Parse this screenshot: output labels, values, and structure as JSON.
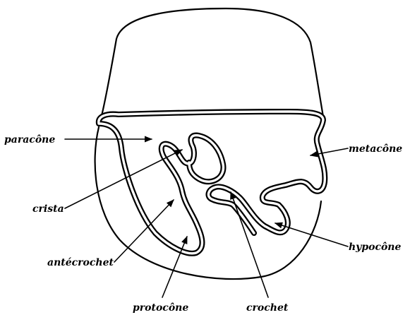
{
  "labels": {
    "paracone": "paracône",
    "metacone": "metacône",
    "crista": "crista",
    "antecrochet": "antécrochet",
    "hypocone": "hypocône",
    "protocone": "protocône",
    "crochet": "crochet"
  }
}
